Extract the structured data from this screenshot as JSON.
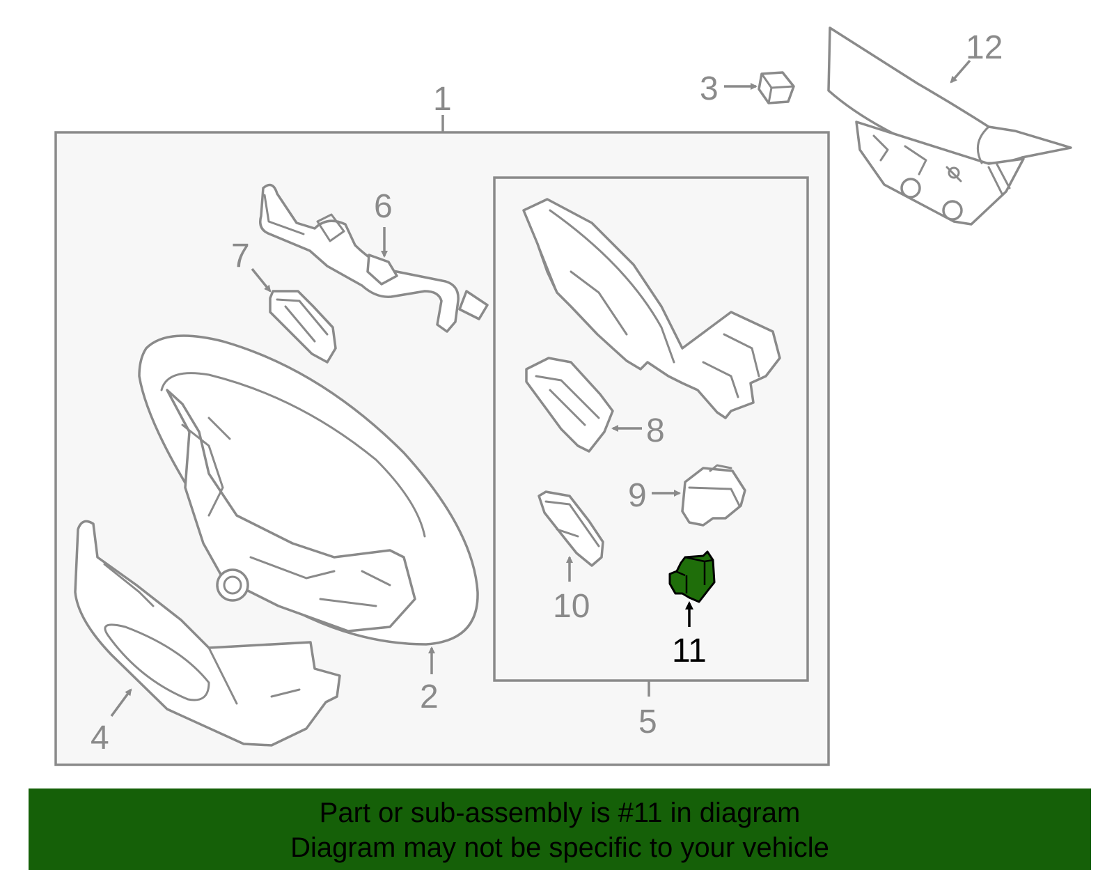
{
  "callouts": {
    "c1": "1",
    "c2": "2",
    "c3": "3",
    "c4": "4",
    "c5": "5",
    "c6": "6",
    "c7": "7",
    "c8": "8",
    "c9": "9",
    "c10": "10",
    "c11": "11",
    "c12": "12"
  },
  "banner": {
    "line1": "Part or sub-assembly is #11 in diagram",
    "line2": "Diagram may not be specific to your vehicle"
  },
  "colors": {
    "highlight_part": "#1f6e0a",
    "banner_bg": "#156008",
    "line_gray": "#8a8a8a",
    "panel_bg": "#f7f7f7"
  },
  "icons": {
    "arrow": "arrow-icon"
  }
}
